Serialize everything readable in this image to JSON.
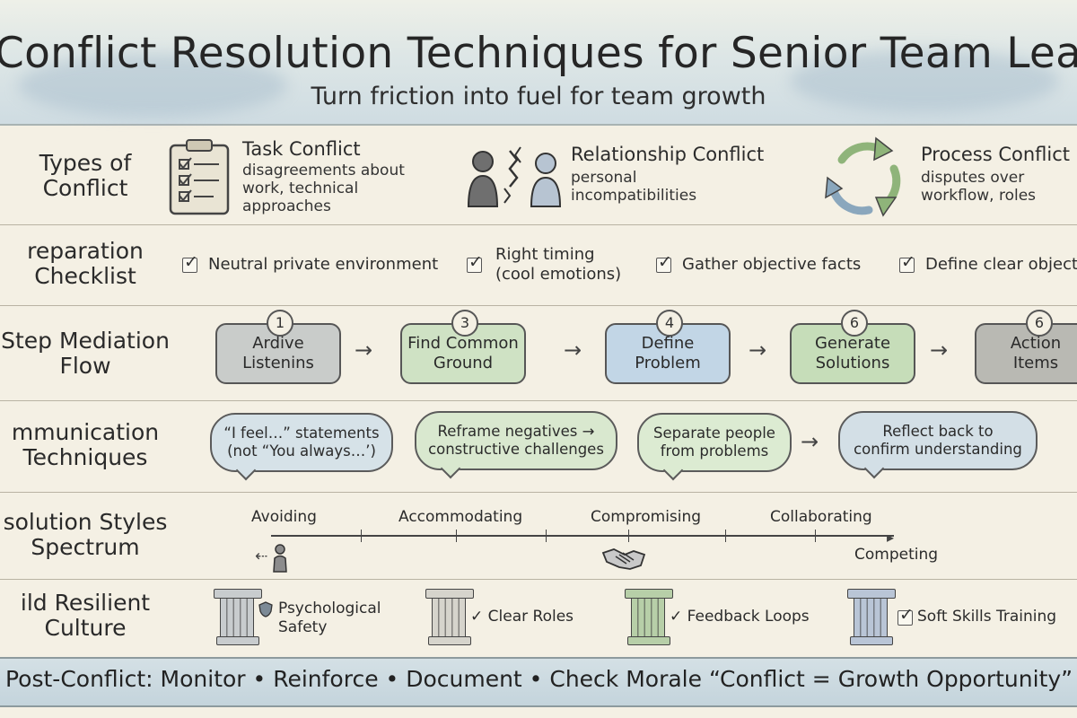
{
  "header": {
    "title": "Conflict Resolution Techniques for Senior Team Leads",
    "subtitle": "Turn friction into fuel for team growth"
  },
  "rows": {
    "types": {
      "label_line1": "Types of",
      "label_line2": "Conflict",
      "items": [
        {
          "icon": "clipboard-icon",
          "title": "Task Conflict",
          "desc_line1": "disagreements about",
          "desc_line2": "work, technical",
          "desc_line3": "approaches"
        },
        {
          "icon": "people-icon",
          "title": "Relationship Conflict",
          "desc_line1": "personal",
          "desc_line2": "incompatibilities"
        },
        {
          "icon": "cycle-arrows-icon",
          "title": "Process Conflict",
          "desc_line1": "disputes over",
          "desc_line2": "workflow, roles"
        }
      ]
    },
    "preparation": {
      "label_line1": "reparation",
      "label_line2": "Checklist",
      "items": [
        {
          "line1": "Neutral private environment"
        },
        {
          "line1": "Right timing",
          "line2": "(cool emotions)"
        },
        {
          "line1": "Gather objective facts"
        },
        {
          "line1": "Define clear object"
        }
      ]
    },
    "mediation": {
      "label_line1": "Step Mediation",
      "label_line2": "Flow",
      "steps": [
        {
          "num": "1",
          "line1": "Ardive",
          "line2": "Listenins",
          "color": "#c9ccca"
        },
        {
          "num": "3",
          "line1": "Find Common",
          "line2": "Ground",
          "color": "#cfe2c4"
        },
        {
          "num": "4",
          "line1": "Define",
          "line2": "Problem",
          "color": "#c2d6e6"
        },
        {
          "num": "6",
          "line1": "Generate",
          "line2": "Solutions",
          "color": "#c6ddb9"
        },
        {
          "num": "6",
          "line1": "Action",
          "line2": "Items",
          "color": "#b9b9b3"
        }
      ],
      "arrow": "→"
    },
    "communication": {
      "label_line1": "mmunication",
      "label_line2": "Techniques",
      "bubbles": [
        {
          "line1": "“I feel…” statements",
          "line2": "(not “You always…’)",
          "color": "#d6e2e8"
        },
        {
          "line1": "Reframe negatives →",
          "line2": "constructive challenges",
          "color": "#d9e8cf"
        },
        {
          "line1": "Separate people",
          "line2": "from problems",
          "color": "#dcebd2"
        },
        {
          "line1": "Reflect back to",
          "line2": "confirm understanding",
          "color": "#d3dfe6"
        }
      ]
    },
    "spectrum": {
      "label_line1": "solution Styles",
      "label_line2": "Spectrum",
      "styles": [
        "Avoiding",
        "Accommodating",
        "Compromising",
        "Collaborating",
        "Competing"
      ],
      "avoid_marker": "⇠"
    },
    "culture": {
      "label_line1": "ild Resilient",
      "label_line2": "Culture",
      "pillars": [
        {
          "line1": "Psychological",
          "line2": "Safety",
          "marker": "shield-icon",
          "color": "#c8ccce"
        },
        {
          "line1": "Clear Roles",
          "marker": "check",
          "color": "#d6d4cc"
        },
        {
          "line1": "Feedback Loops",
          "marker": "check",
          "color": "#b7cfa8"
        },
        {
          "line1": "Soft Skills Training",
          "marker": "checkbox",
          "color": "#b9c5d6"
        }
      ],
      "check_mark": "✓"
    }
  },
  "footer": {
    "text": "Post-Conflict: Monitor • Reinforce • Document • Check Morale “Conflict = Growth Opportunity”"
  }
}
